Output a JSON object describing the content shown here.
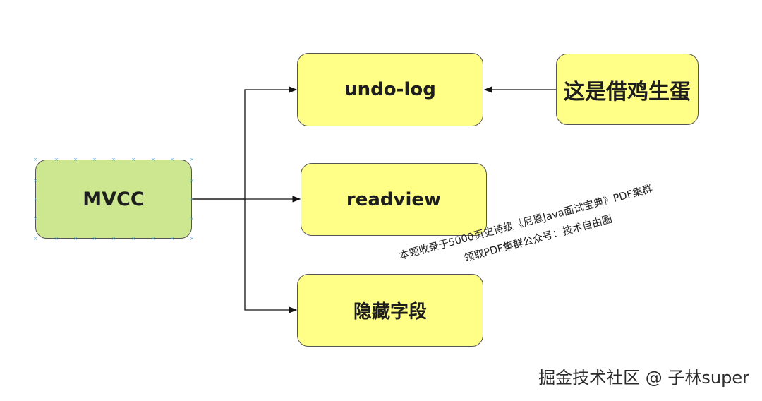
{
  "nodes": {
    "mvcc": "MVCC",
    "undo_log": "undo-log",
    "readview": "readview",
    "hidden_fields": "隐藏字段",
    "note": "这是借鸡生蛋"
  },
  "watermark": {
    "line1": "本题收录于5000页史诗级《尼恩Java面试宝典》PDF集群",
    "line2": "领取PDF集群公众号：技术自由圈"
  },
  "brand": "掘金技术社区 @ 子林super",
  "colors": {
    "mvcc_fill": "#cce78f",
    "yellow_fill": "#ffff88",
    "stroke": "#555555",
    "arrow": "#111111",
    "handle": "#4aa3df"
  }
}
